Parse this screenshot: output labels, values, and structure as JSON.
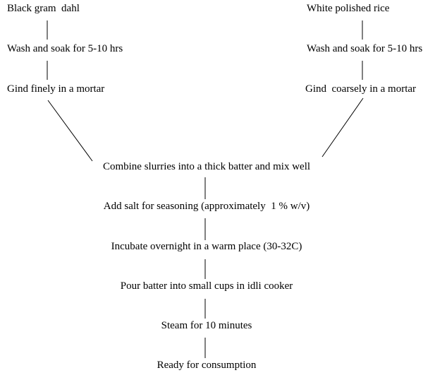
{
  "colors": {
    "background": "#ffffff",
    "text": "#000000",
    "line": "#000000"
  },
  "flowchart": {
    "left_branch": {
      "input": "Black gram  dahl",
      "step1": "Wash and soak for 5-10 hrs",
      "step2": "Gind finely in a mortar"
    },
    "right_branch": {
      "input": "White polished rice",
      "step1": "Wash and soak for 5-10 hrs",
      "step2": "Gind  coarsely in a mortar"
    },
    "main_flow": {
      "combine": "Combine slurries into a thick batter and mix well",
      "season": "Add salt for seasoning (approximately  1 % w/v)",
      "incubate": "Incubate overnight in a warm place (30-32C)",
      "pour": "Pour batter into small cups in idli cooker",
      "steam": "Steam for 10 minutes",
      "ready": "Ready for consumption"
    }
  }
}
